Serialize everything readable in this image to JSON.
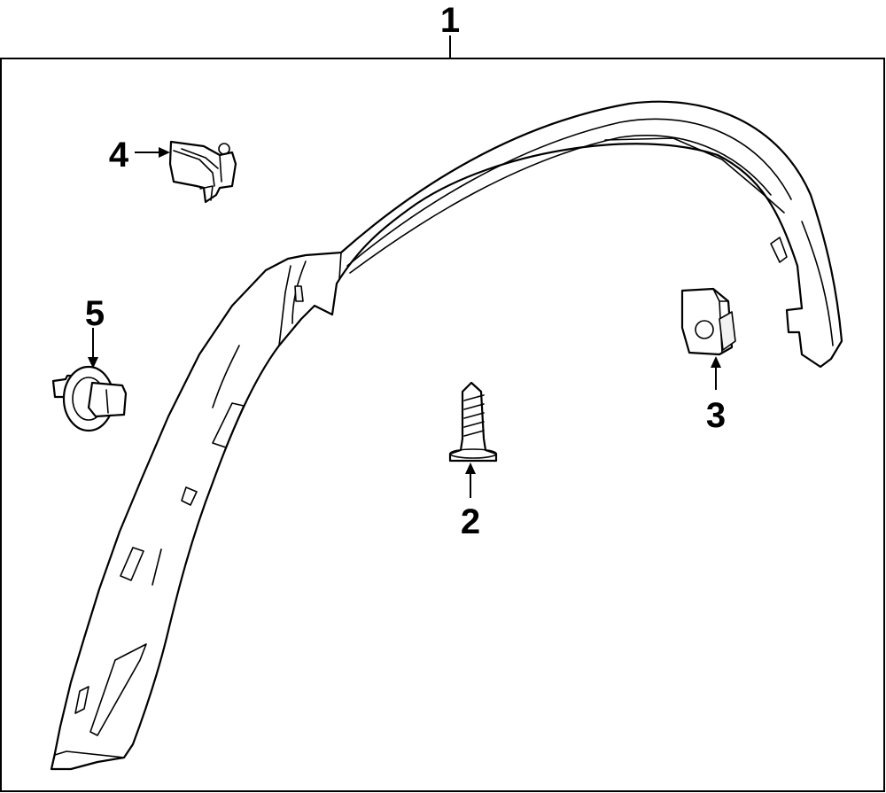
{
  "diagram": {
    "callouts": [
      {
        "id": "part-1",
        "label": "1"
      },
      {
        "id": "part-2",
        "label": "2"
      },
      {
        "id": "part-3",
        "label": "3"
      },
      {
        "id": "part-4",
        "label": "4"
      },
      {
        "id": "part-5",
        "label": "5"
      }
    ]
  }
}
